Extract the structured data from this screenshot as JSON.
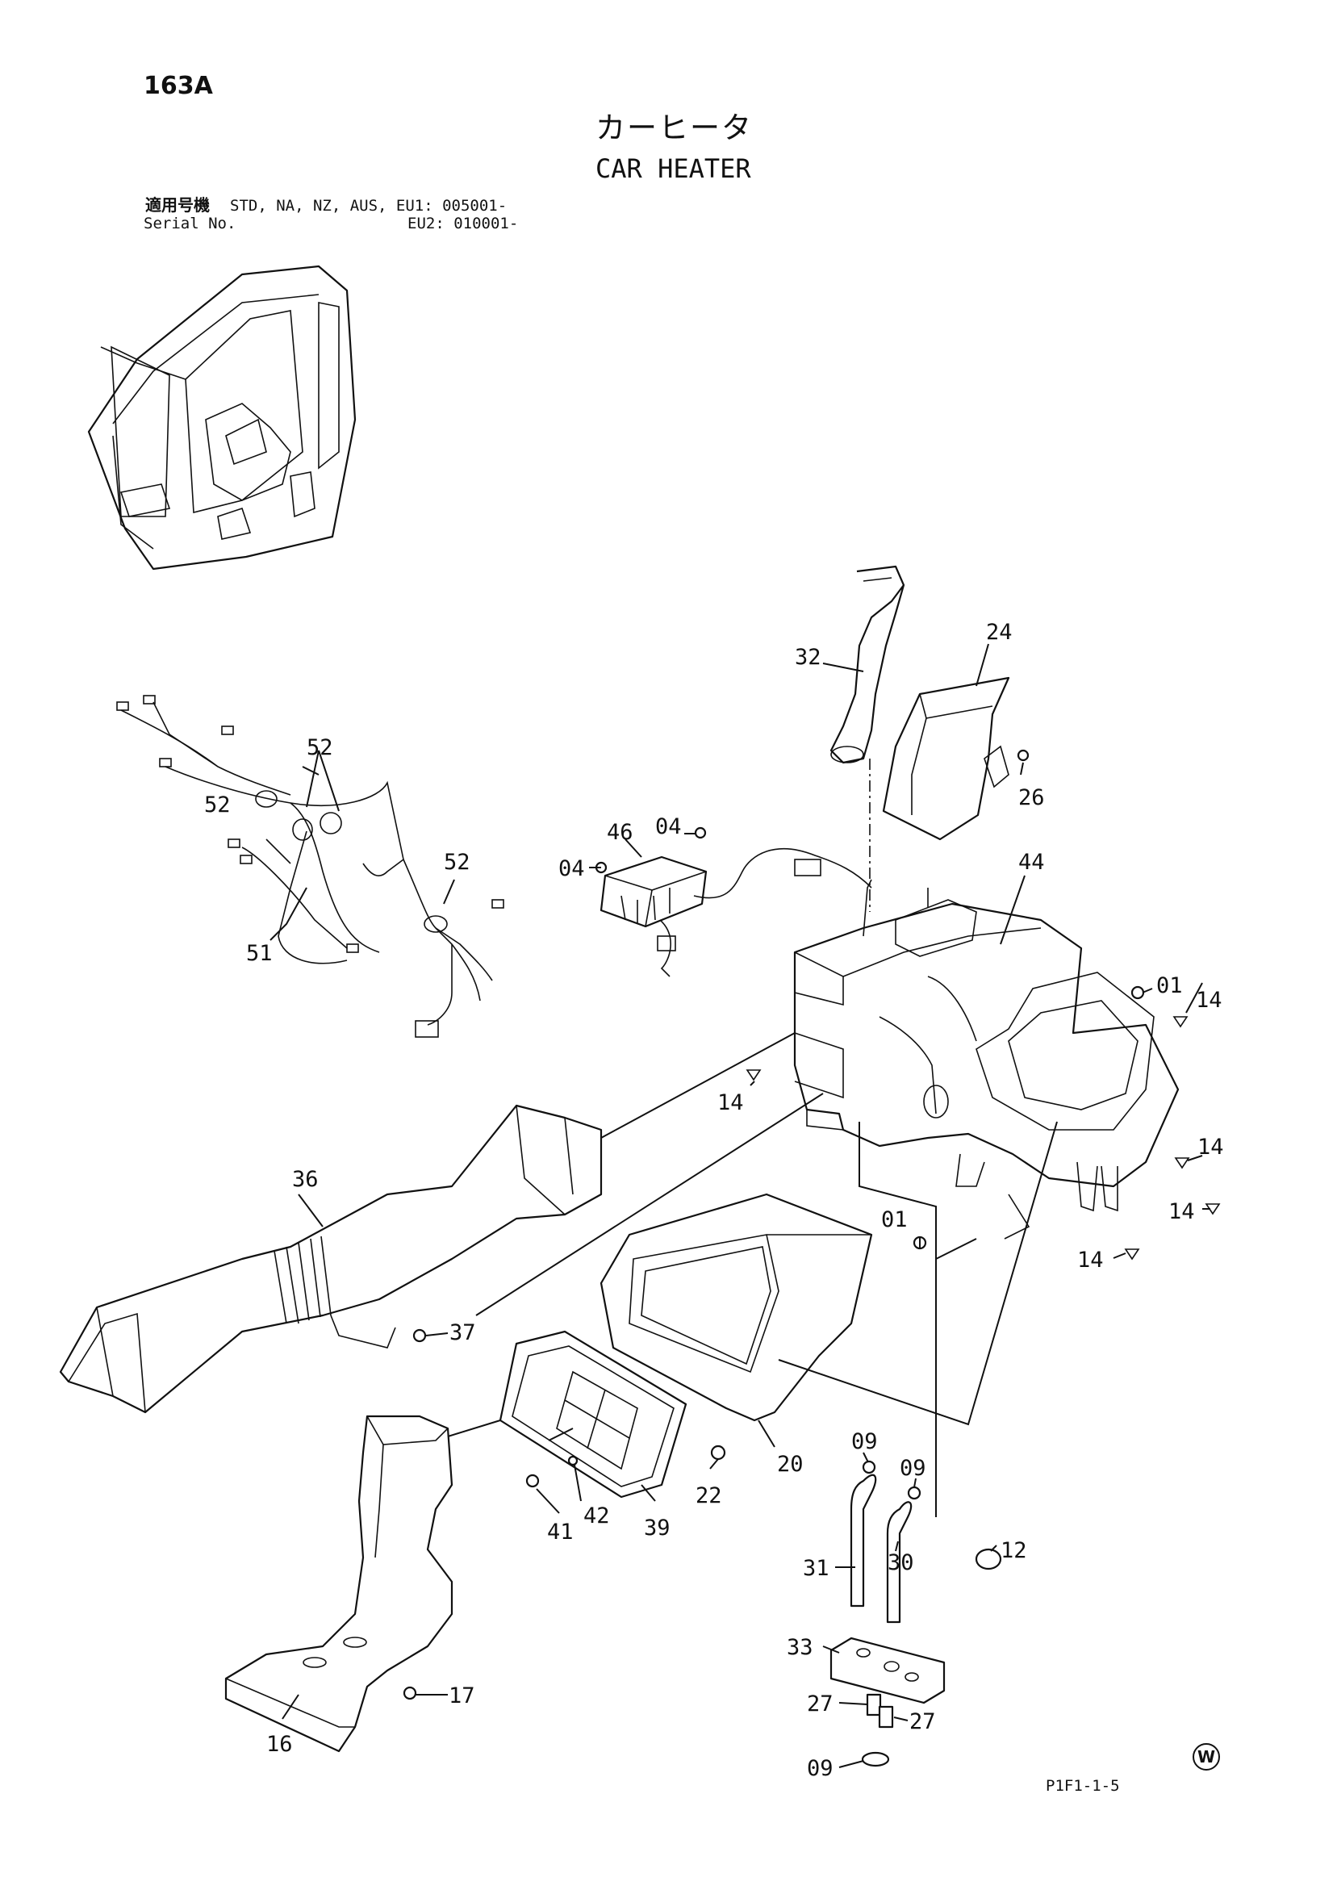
{
  "page_number": "163A",
  "title_jp": "カーヒータ",
  "title_en": "CAR HEATER",
  "serial": {
    "label_jp": "適用号機",
    "line1": "STD, NA, NZ, AUS, EU1: 005001-",
    "label_en": "Serial No.",
    "line2": "EU2: 010001-"
  },
  "plate_code": "P1F1-1-5",
  "mark": "W",
  "callouts": {
    "c01a": "01",
    "c01b": "01",
    "c04a": "04",
    "c04b": "04",
    "c09a": "09",
    "c09b": "09",
    "c09c": "09",
    "c12": "12",
    "c14a": "14",
    "c14b": "14",
    "c14c": "14",
    "c14d": "14",
    "c14e": "14",
    "c16": "16",
    "c17": "17",
    "c20": "20",
    "c22": "22",
    "c24": "24",
    "c26": "26",
    "c27a": "27",
    "c27b": "27",
    "c30": "30",
    "c31": "31",
    "c32": "32",
    "c33": "33",
    "c36": "36",
    "c37": "37",
    "c39": "39",
    "c41": "41",
    "c42": "42",
    "c44": "44",
    "c46": "46",
    "c51": "51",
    "c52a": "52",
    "c52b": "52",
    "c52c": "52"
  }
}
